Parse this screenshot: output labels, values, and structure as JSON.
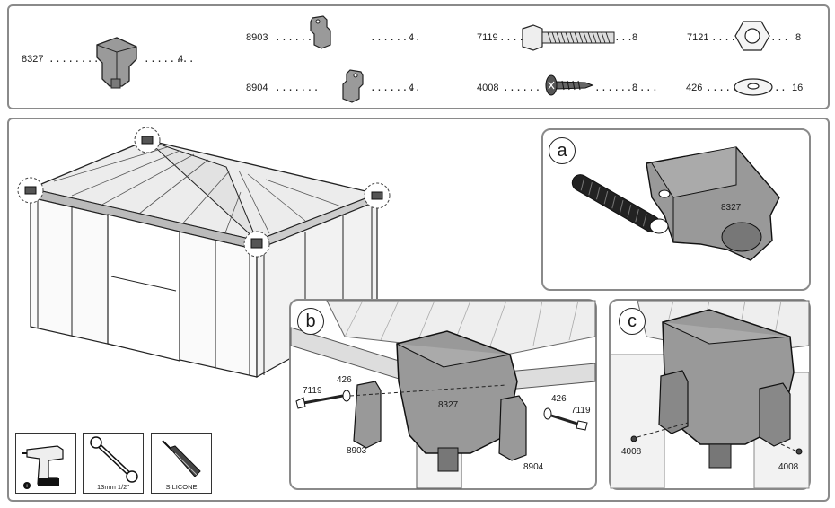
{
  "parts": [
    {
      "code": "8327",
      "qty": "4"
    },
    {
      "code": "8903",
      "qty": "4"
    },
    {
      "code": "8904",
      "qty": "4"
    },
    {
      "code": "7119",
      "qty": "8"
    },
    {
      "code": "4008",
      "qty": "8"
    },
    {
      "code": "7121",
      "qty": "8"
    },
    {
      "code": "426",
      "qty": "16"
    }
  ],
  "steps": {
    "a": {
      "letter": "a",
      "label_8327": "8327"
    },
    "b": {
      "letter": "b",
      "l7119a": "7119",
      "l426a": "426",
      "l8903": "8903",
      "l8327": "8327",
      "l426b": "426",
      "l7119b": "7119",
      "l8904": "8904"
    },
    "c": {
      "letter": "c",
      "l4008a": "4008",
      "l4008b": "4008"
    }
  },
  "tools": {
    "drill_icon": "drill-icon",
    "wrench_caption": "13mm 1/2\"",
    "silicone_caption": "SILICONE"
  }
}
